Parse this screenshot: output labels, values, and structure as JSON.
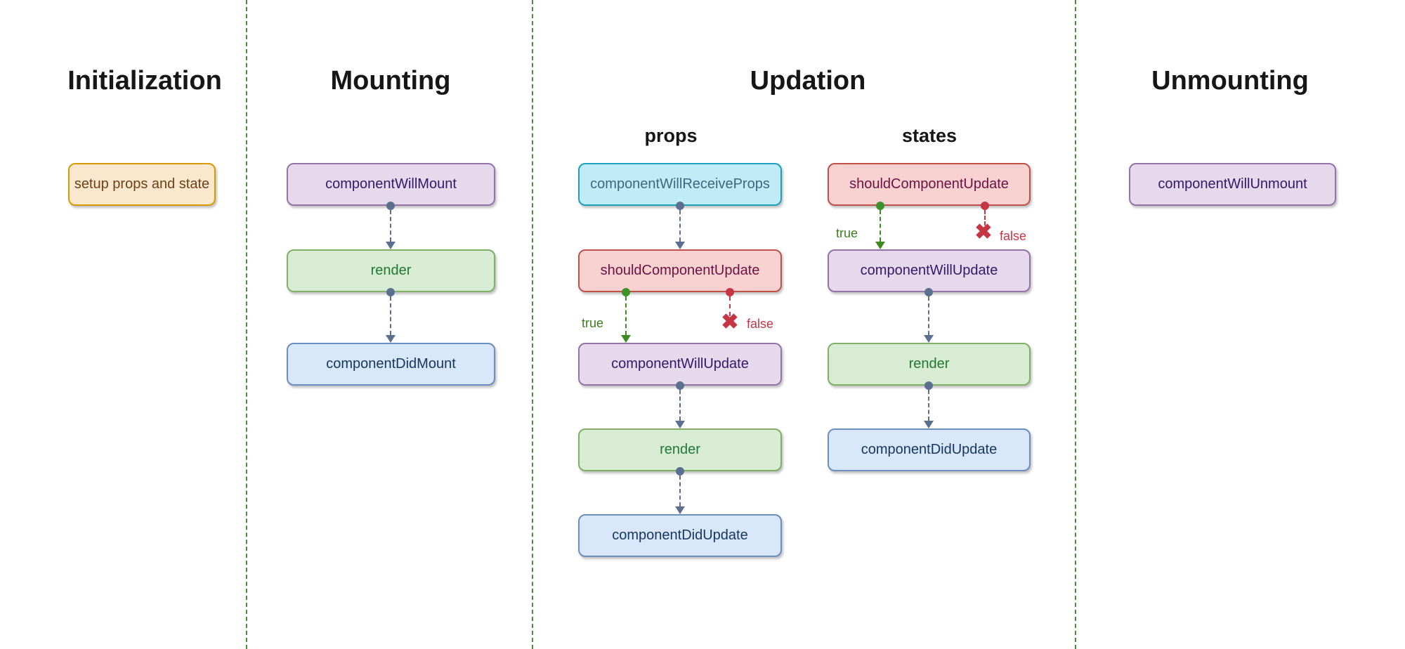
{
  "diagram": {
    "sections": [
      {
        "title": "Initialization"
      },
      {
        "title": "Mounting"
      },
      {
        "title": "Updation",
        "columns": [
          {
            "label": "props"
          },
          {
            "label": "states"
          }
        ]
      },
      {
        "title": "Unmounting"
      }
    ],
    "nodes": {
      "setup_props_and_state": {
        "label": "setup props and state",
        "variant": "orange"
      },
      "mounting_component_will_mount": {
        "label": "componentWillMount",
        "variant": "purple"
      },
      "mounting_render": {
        "label": "render",
        "variant": "green"
      },
      "mounting_component_did_mount": {
        "label": "componentDidMount",
        "variant": "blue"
      },
      "props_component_will_receive_props": {
        "label": "componentWillReceiveProps",
        "variant": "cyan"
      },
      "props_should_component_update": {
        "label": "shouldComponentUpdate",
        "variant": "red"
      },
      "props_component_will_update": {
        "label": "componentWillUpdate",
        "variant": "purple"
      },
      "props_render": {
        "label": "render",
        "variant": "green"
      },
      "props_component_did_update": {
        "label": "componentDidUpdate",
        "variant": "blue"
      },
      "states_should_component_update": {
        "label": "shouldComponentUpdate",
        "variant": "red"
      },
      "states_component_will_update": {
        "label": "componentWillUpdate",
        "variant": "purple"
      },
      "states_render": {
        "label": "render",
        "variant": "green"
      },
      "states_component_did_update": {
        "label": "componentDidUpdate",
        "variant": "blue"
      },
      "unmounting_component_will_unmount": {
        "label": "componentWillUnmount",
        "variant": "purple"
      }
    },
    "branch_labels": {
      "true_label": "true",
      "false_label": "false",
      "false_icon": "✖"
    },
    "palette": {
      "orange": {
        "fill": "#fbe7cd",
        "stroke": "#d79b00",
        "text": "#6d4019"
      },
      "purple": {
        "fill": "#e6d9ec",
        "stroke": "#9373a8",
        "text": "#35186b"
      },
      "green": {
        "fill": "#d8ecd3",
        "stroke": "#7fb065",
        "text": "#227735"
      },
      "blue": {
        "fill": "#d8e7fa",
        "stroke": "#6c8ebf",
        "text": "#16365f"
      },
      "cyan": {
        "fill": "#c0ecf8",
        "stroke": "#1ba0bd",
        "text": "#3f6681"
      },
      "red": {
        "fill": "#f8d2d0",
        "stroke": "#c0504a",
        "text": "#6e1043"
      },
      "connector": "#5c6f8e",
      "branch_true": "#3e8a22",
      "branch_false": "#c63544",
      "divider": "#4c8c3f"
    }
  }
}
